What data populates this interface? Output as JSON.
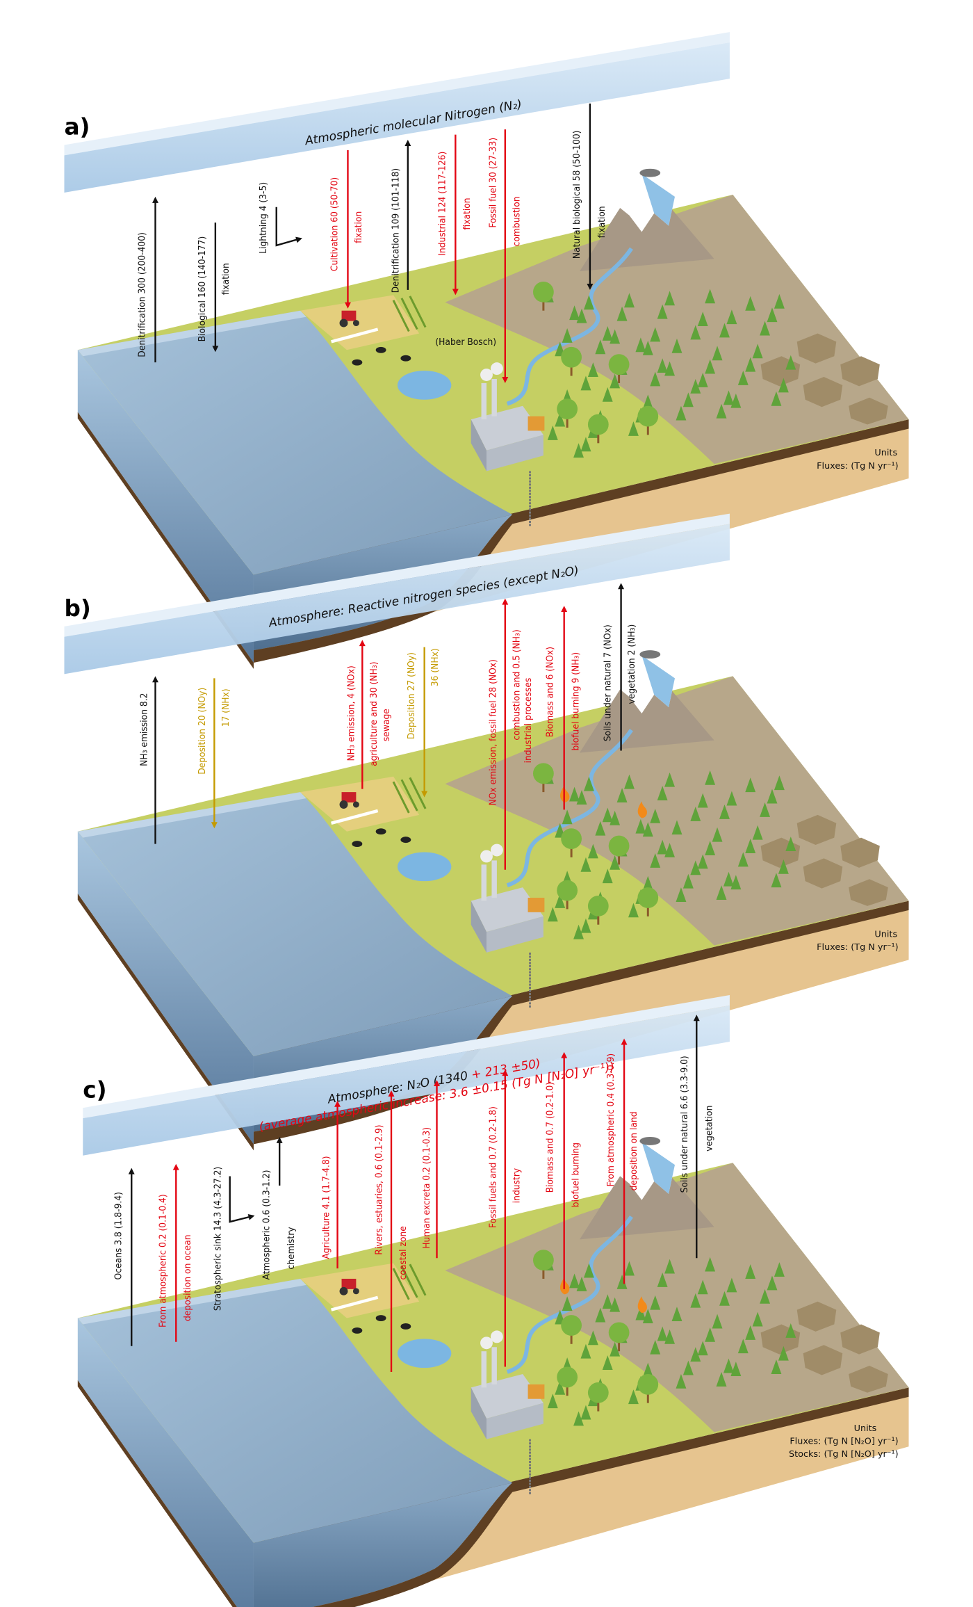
{
  "colors": {
    "anthropogenic": "#e30613",
    "natural": "#111111",
    "deposition": "#c49a00",
    "atmosphere": "#bcd6ee",
    "ocean": "#8fb0cc",
    "land": "#c5cf63"
  },
  "panels": [
    {
      "label": "a)",
      "atmosphere_title": [
        "Atmospheric molecular Nitrogen (N₂)"
      ],
      "atmosphere_title_red": [
        ""
      ],
      "annotation": "(Haber Bosch)",
      "units": [
        "Units",
        "Fluxes: (Tg N yr⁻¹)"
      ],
      "fluxes": [
        {
          "lines": [
            "Denitrification   300 (200-400)"
          ],
          "direction": "up",
          "color": "natural"
        },
        {
          "lines": [
            "Biological   160 (140-177)",
            "fixation"
          ],
          "direction": "down",
          "color": "natural"
        },
        {
          "lines": [
            "Lightning   4 (3-5)"
          ],
          "direction": "bent",
          "color": "natural"
        },
        {
          "lines": [
            "Cultivation   60 (50-70)",
            "fixation"
          ],
          "direction": "down",
          "color": "anthropogenic"
        },
        {
          "lines": [
            "Denitrification   109 (101-118)"
          ],
          "direction": "up",
          "color": "natural"
        },
        {
          "lines": [
            "Industrial   124 (117-126)",
            "fixation"
          ],
          "direction": "down",
          "color": "anthropogenic"
        },
        {
          "lines": [
            "Fossil fuel   30 (27-33)",
            "combustion"
          ],
          "direction": "down",
          "color": "anthropogenic"
        },
        {
          "lines": [
            "Natural biological   58 (50-100)",
            "fixation"
          ],
          "direction": "down",
          "color": "natural"
        }
      ]
    },
    {
      "label": "b)",
      "atmosphere_title": [
        "Atmosphere: Reactive nitrogen species (except N₂O)"
      ],
      "atmosphere_title_red": [
        ""
      ],
      "annotation": "",
      "units": [
        "Units",
        "Fluxes: (Tg N yr⁻¹)"
      ],
      "fluxes": [
        {
          "lines": [
            "NH₃ emission   8.2"
          ],
          "direction": "up",
          "color": "natural"
        },
        {
          "lines": [
            "Deposition   20  (NOy)",
            "17  (NHx)"
          ],
          "direction": "down",
          "color": "deposition"
        },
        {
          "lines": [
            "NH₃ emission,    4  (NOx)",
            "agriculture and   30  (NH₃)",
            "sewage"
          ],
          "direction": "up",
          "color": "anthropogenic"
        },
        {
          "lines": [
            "Deposition   27  (NOy)",
            "36  (NHx)"
          ],
          "direction": "down",
          "color": "deposition"
        },
        {
          "lines": [
            "NOx emission, fossil fuel   28  (NOx)",
            "combustion and      0.5  (NH₃)",
            "industrial processes"
          ],
          "direction": "up",
          "color": "anthropogenic"
        },
        {
          "lines": [
            "Biomass and    6  (NOx)",
            "biofuel burning   9  (NH₃)"
          ],
          "direction": "up",
          "color": "anthropogenic"
        },
        {
          "lines": [
            "Soils under natural   7  (NOx)",
            "vegetation          2  (NH₃)"
          ],
          "direction": "up",
          "color": "natural"
        }
      ]
    },
    {
      "label": "c)",
      "atmosphere_title": [
        "Atmosphere: N₂O (1340 ",
        ""
      ],
      "atmosphere_title_red": [
        "+ 213 ±50)",
        "(average atmospheric increase: 3.6 ±0.15 (Tg N [N₂O] yr⁻¹))"
      ],
      "annotation": "",
      "units": [
        "Units",
        "Fluxes: (Tg N [N₂O] yr⁻¹)",
        "Stocks: (Tg N [N₂O] yr⁻¹)"
      ],
      "fluxes": [
        {
          "lines": [
            "Oceans   3.8 (1.8-9.4)"
          ],
          "direction": "up",
          "color": "natural"
        },
        {
          "lines": [
            "From atmospheric   0.2 (0.1-0.4)",
            "deposition on ocean"
          ],
          "direction": "up",
          "color": "anthropogenic"
        },
        {
          "lines": [
            "Stratospheric sink   14.3 (4.3-27.2)"
          ],
          "direction": "bent",
          "color": "natural"
        },
        {
          "lines": [
            "Atmospheric   0.6 (0.3-1.2)",
            "chemistry"
          ],
          "direction": "up",
          "color": "natural"
        },
        {
          "lines": [
            "Agriculture   4.1 (1.7-4.8)"
          ],
          "direction": "up",
          "color": "anthropogenic"
        },
        {
          "lines": [
            "Rivers, estuaries,   0.6 (0.1-2.9)",
            "coastal zone"
          ],
          "direction": "up",
          "color": "anthropogenic"
        },
        {
          "lines": [
            "Human excreta   0.2 (0.1-0.3)"
          ],
          "direction": "up",
          "color": "anthropogenic"
        },
        {
          "lines": [
            "Fossil fuels and   0.7 (0.2-1.8)",
            "industry"
          ],
          "direction": "up",
          "color": "anthropogenic"
        },
        {
          "lines": [
            "Biomass and   0.7 (0.2-1.0)",
            "biofuel burning"
          ],
          "direction": "up",
          "color": "anthropogenic"
        },
        {
          "lines": [
            "From atmospheric   0.4 (0.3-0.9)",
            "deposition on land"
          ],
          "direction": "up",
          "color": "anthropogenic"
        },
        {
          "lines": [
            "Soils under natural   6.6 (3.3-9.0)",
            "vegetation"
          ],
          "direction": "up",
          "color": "natural"
        }
      ]
    }
  ]
}
